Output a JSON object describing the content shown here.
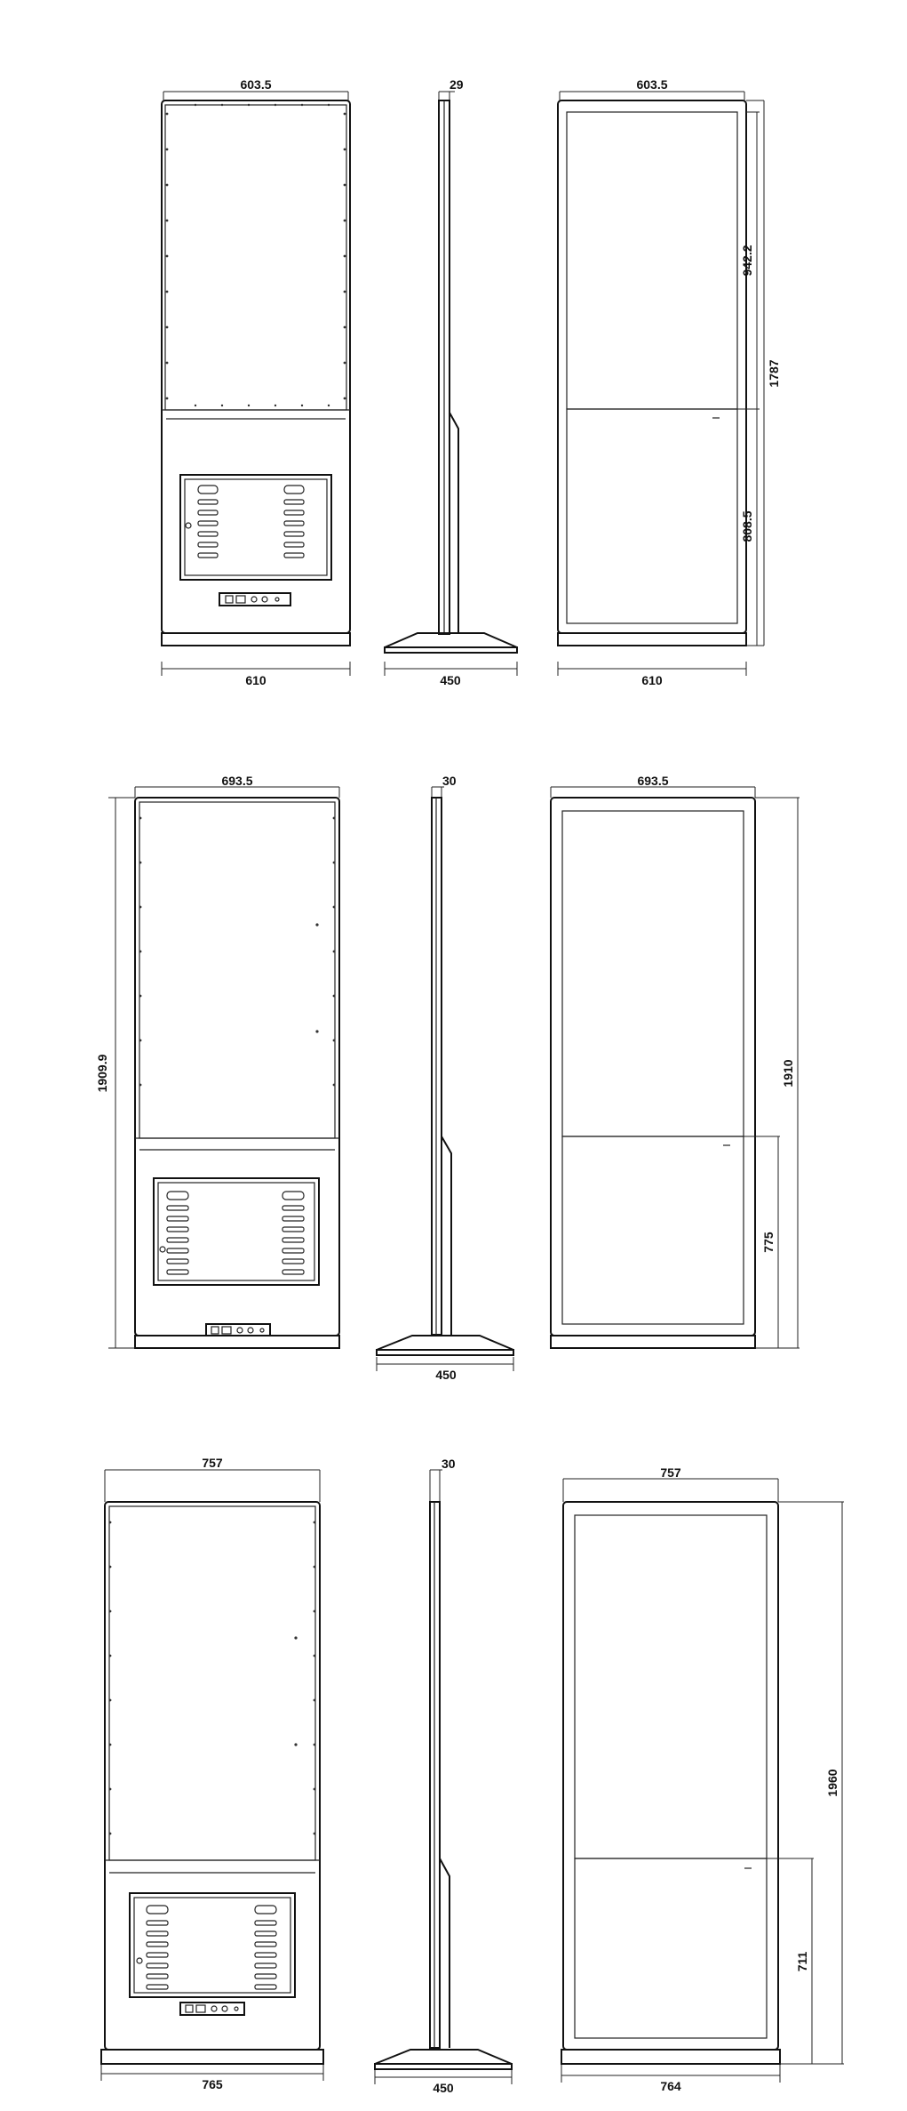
{
  "units": "mm",
  "models": [
    {
      "model": "row-1",
      "front": {
        "top_width": "603.5",
        "bottom_width": "610"
      },
      "side": {
        "depth": "29",
        "base_width": "450"
      },
      "back": {
        "top_width": "603.5",
        "bottom_width": "610",
        "total_height": "1787",
        "screen_height": "942.2",
        "lower_height": "808.5"
      }
    },
    {
      "model": "row-2",
      "front": {
        "top_width": "693.5",
        "height": "1909.9"
      },
      "side": {
        "depth": "30",
        "base_width": "450"
      },
      "back": {
        "top_width": "693.5",
        "total_height": "1910",
        "lower_height": "775"
      }
    },
    {
      "model": "row-3",
      "front": {
        "top_width": "757",
        "bottom_width": "765"
      },
      "side": {
        "depth": "30",
        "base_width": "450"
      },
      "back": {
        "top_width": "757",
        "bottom_width": "764",
        "total_height": "1960",
        "lower_height": "711"
      }
    }
  ]
}
